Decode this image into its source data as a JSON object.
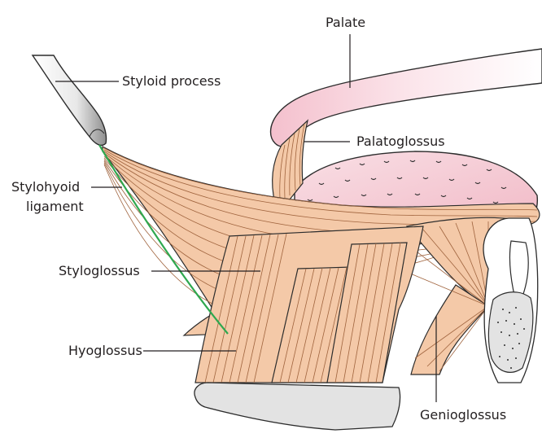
{
  "labels": {
    "palate": "Palate",
    "styloid_process": "Styloid process",
    "palatoglossus": "Palatoglossus",
    "stylohyoid_ligament_line1": "Stylohyoid",
    "stylohyoid_ligament_line2": "ligament",
    "styloglossus": "Styloglossus",
    "hyoglossus": "Hyoglossus",
    "genioglossus": "Genioglossus"
  },
  "colors": {
    "muscle_fill": "#f4c9a8",
    "muscle_line": "#a0643e",
    "palate_fill": "#f7d3dc",
    "tongue_fill": "#f6cbd4",
    "bone_fill": "#e3e3e3",
    "ligament": "#2fa84f",
    "leader": "#231f20"
  }
}
